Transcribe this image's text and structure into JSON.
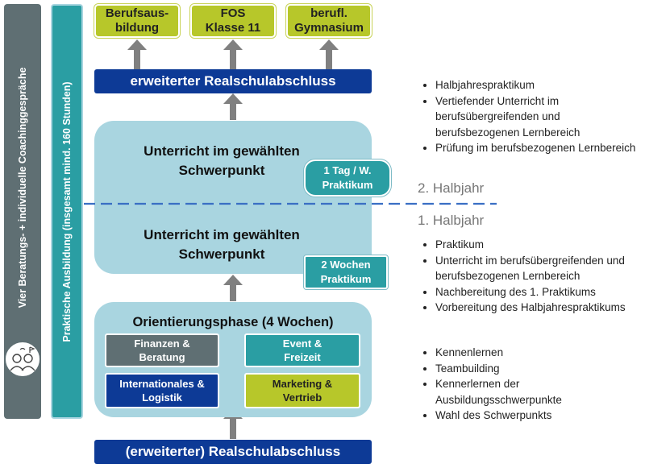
{
  "left_bars": {
    "coaching": "Vier Beratungs- + individuelle Coachinggespräche",
    "practical": "Praktische Ausbildung (insgesamt mind. 160 Stunden)",
    "coaching_color": "#5f6f73",
    "practical_color": "#2a9ea3"
  },
  "top_options": [
    "Berufsaus-\nbildung",
    "FOS\nKlasse 11",
    "berufl.\nGymnasium"
  ],
  "top_degree": "erweiterter Realschulabschluss",
  "bottom_degree": "(erweiterter) Realschulabschluss",
  "focus_panel": {
    "upper_title": "Unterricht im gewählten\nSchwerpunkt",
    "upper_badge": "1 Tag / W.\nPraktikum",
    "lower_title": "Unterricht im gewählten\nSchwerpunkt",
    "lower_badge": "2 Wochen\nPraktikum"
  },
  "orientation": {
    "title": "Orientierungsphase (4 Wochen)",
    "tiles": [
      {
        "label": "Finanzen &\nBeratung",
        "color": "#5f6f73"
      },
      {
        "label": "Event &\nFreizeit",
        "color": "#2a9ea3"
      },
      {
        "label": "Internationales &\nLogistik",
        "color": "#0d3a96"
      },
      {
        "label": "Marketing &\nVertrieb",
        "color": "#b7c72a"
      }
    ]
  },
  "half_years": {
    "second": "2. Halbjahr",
    "first": "1. Halbjahr"
  },
  "lists": {
    "second_half": [
      "Halbjahrespraktikum",
      "Vertiefender Unterricht im berufsübergreifenden und berufsbezogenen Lernbereich",
      "Prüfung im berufsbezogenen Lernbereich"
    ],
    "first_half": [
      "Praktikum",
      "Unterricht im berufsübergreifenden und berufsbezogenen Lernbereich",
      "Nachbereitung des 1. Praktikums",
      "Vorbereitung des Halbjahrespraktikums"
    ],
    "orientation": [
      "Kennenlernen",
      "Teambuilding",
      "Kennerlernen der Ausbildungsschwerpunkte",
      "Wahl des Schwerpunkts"
    ]
  },
  "colors": {
    "navy": "#0d3a96",
    "teal": "#2a9ea3",
    "lime": "#b7c72a",
    "gray": "#5f6f73",
    "panel": "#a9d5e0",
    "arrow": "#808080",
    "dash": "#3a6fc4"
  }
}
